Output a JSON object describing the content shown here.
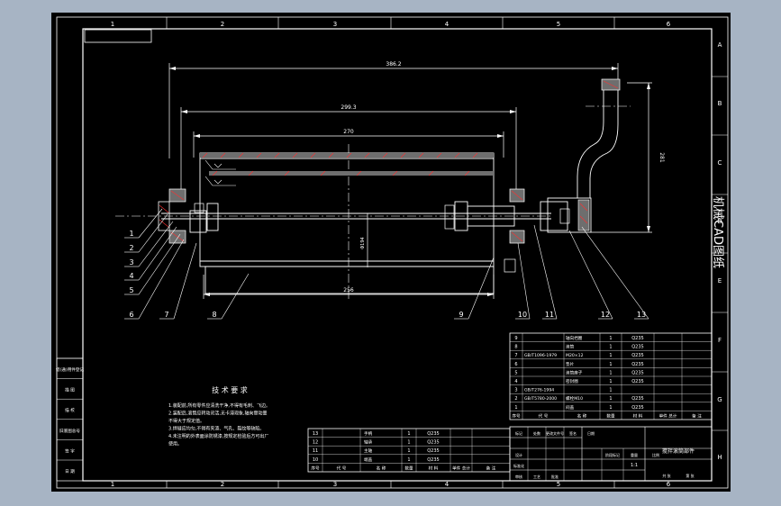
{
  "border": {
    "columns": [
      "1",
      "2",
      "3",
      "4",
      "5",
      "6"
    ],
    "rows": [
      "A",
      "B",
      "C",
      "D",
      "E",
      "F",
      "G",
      "H"
    ]
  },
  "dimensions": {
    "overall": "386.2",
    "mid": "299.3",
    "inner": "270",
    "bottom": "256",
    "diameter": "Φ194",
    "drop": "281"
  },
  "balloons": [
    "1",
    "2",
    "3",
    "4",
    "5",
    "6",
    "7",
    "8",
    "9",
    "10",
    "11",
    "12",
    "13"
  ],
  "watermark": "机械CAD图纸",
  "tech_req": {
    "title": "技 术 要 求",
    "lines": [
      "1.装配前,所有零件应清洗干净,不得有毛刺、飞边。",
      "2.装配后,滚筒应转动灵活,无卡滞现象,轴向窜动量",
      "  不得大于规定值。",
      "3.焊缝应均匀,不得有夹渣、气孔、裂纹等缺陷。",
      "4.未注明的外表面涂防锈漆,按规定检验后方可出厂",
      "  使用。"
    ]
  },
  "left_strip": [
    "借(通)用件登记",
    "描 图",
    "描 校",
    "旧底图总号",
    "签 字",
    "日 期"
  ],
  "bom_right": {
    "rows": [
      {
        "no": "9",
        "code": "",
        "name": "轴向挡圈",
        "qty": "1",
        "mat": "Q235"
      },
      {
        "no": "8",
        "code": "",
        "name": "滚筒",
        "qty": "1",
        "mat": "Q235"
      },
      {
        "no": "7",
        "code": "GB/T1096-1979",
        "name": "M20×12",
        "qty": "1",
        "mat": "Q235"
      },
      {
        "no": "6",
        "code": "",
        "name": "垫片",
        "qty": "1",
        "mat": "Q235"
      },
      {
        "no": "5",
        "code": "",
        "name": "滚筒座子",
        "qty": "1",
        "mat": "Q235"
      },
      {
        "no": "4",
        "code": "",
        "name": "密封圈",
        "qty": "1",
        "mat": "Q235"
      },
      {
        "no": "3",
        "code": "GB/T276-1994",
        "name": "",
        "qty": "1",
        "mat": ""
      },
      {
        "no": "2",
        "code": "GB/T5780-2000",
        "name": "螺栓M10",
        "qty": "1",
        "mat": "Q235"
      },
      {
        "no": "1",
        "code": "",
        "name": "闷盖",
        "qty": "1",
        "mat": "Q235"
      }
    ],
    "header": [
      "序号",
      "代 号",
      "名 称",
      "数量",
      "材 料",
      "单件 总计",
      "备 注"
    ]
  },
  "bom_left": {
    "rows": [
      {
        "no": "13",
        "name": "手柄",
        "qty": "1",
        "mat": "Q235"
      },
      {
        "no": "12",
        "name": "轴承",
        "qty": "1",
        "mat": "Q235"
      },
      {
        "no": "11",
        "name": "主轴",
        "qty": "1",
        "mat": "Q235"
      },
      {
        "no": "10",
        "name": "端盖",
        "qty": "1",
        "mat": "Q235"
      }
    ],
    "header": [
      "序号",
      "代 号",
      "名 称",
      "数量",
      "材 料",
      "单件 总计",
      "备 注"
    ]
  },
  "title_block": {
    "drawing_name": "搅拌滚筒部件",
    "labels": [
      "标记",
      "处数",
      "更改文件号",
      "签名",
      "日期",
      "设计",
      "标准化",
      "审核",
      "工艺",
      "批准",
      "阶段标记",
      "重量",
      "比例",
      "共 张",
      "第 张"
    ],
    "scale": "1:1"
  },
  "colors": {
    "background": "#a7b4c4",
    "sheet": "#000000",
    "lines": "#ffffff",
    "dimension": "#ffffff",
    "hatch": "#ff3030",
    "section_fill": "#6e6e6e"
  }
}
